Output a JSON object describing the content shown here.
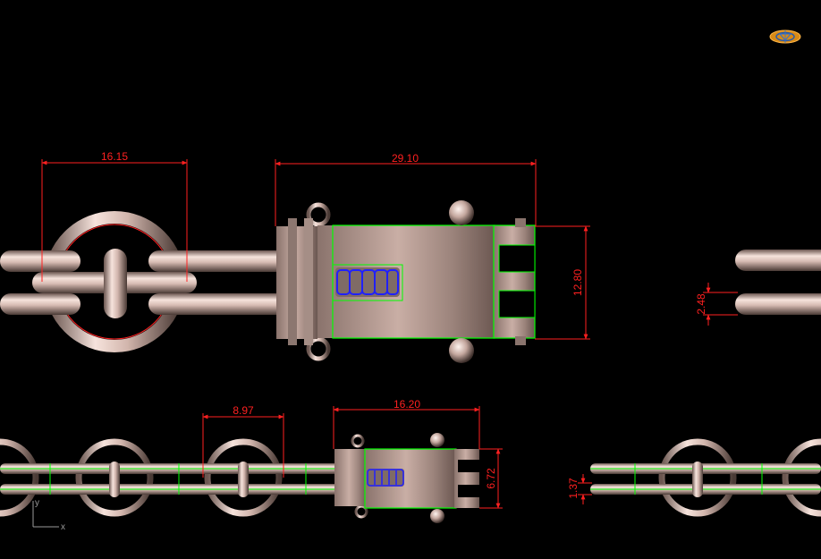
{
  "viewport": {
    "background": "#000000",
    "axis": {
      "x_label": "x",
      "y_label": "y"
    },
    "view_cube": {
      "name": "navigation-widget"
    }
  },
  "colors": {
    "dimension": "#ff2020",
    "selection": "#00ff00",
    "spring": "#2020ff",
    "axis": "#9a9a9a",
    "metal_light": "#f3dcd4",
    "metal_dark": "#5e4a44"
  },
  "dimensions": {
    "top_ring_width": "16.15",
    "top_clasp_width": "29.10",
    "top_clasp_height": "12.80",
    "top_bar_gap": "2.48",
    "bottom_ring_width": "8.97",
    "bottom_clasp_width": "16.20",
    "bottom_clasp_height": "6.72",
    "bottom_bar_gap": "1.37"
  }
}
